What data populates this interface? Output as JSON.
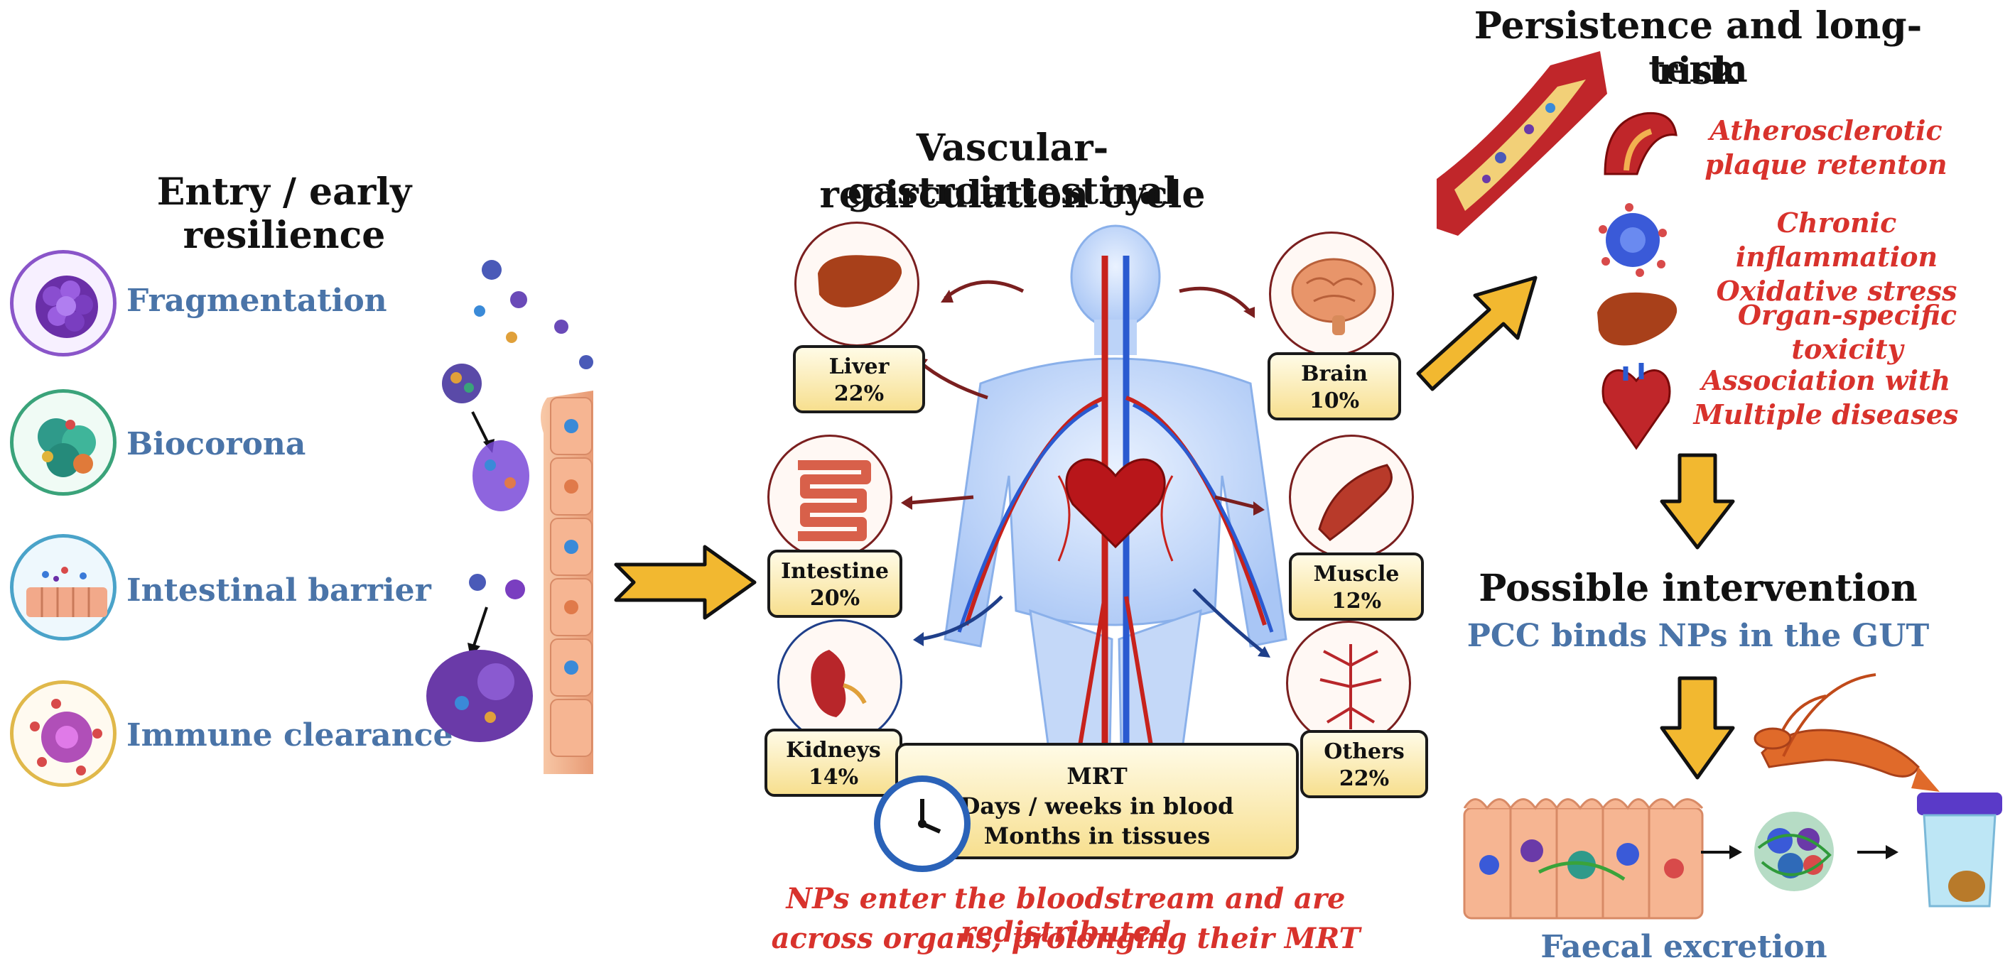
{
  "entry": {
    "title": "Entry / early resilience",
    "items": [
      {
        "label": "Fragmentation",
        "icon": "purple-nanoparticle-cluster-icon",
        "color": "#7b3fb8"
      },
      {
        "label": "Biocorona",
        "icon": "green-biocorona-particle-icon",
        "color": "#3aa37a"
      },
      {
        "label": "Intestinal barrier",
        "icon": "intestinal-epithelium-icon",
        "color": "#4aa3c9"
      },
      {
        "label": "Immune clearance",
        "icon": "immune-cell-icon",
        "color": "#c89a2e"
      }
    ]
  },
  "cycle": {
    "title_line1": "Vascular-gastrointestinal",
    "title_line2": "recirculation cycle",
    "organs": [
      {
        "name": "Liver",
        "pct": "22%"
      },
      {
        "name": "Intestine",
        "pct": "20%"
      },
      {
        "name": "Kidneys",
        "pct": "14%"
      },
      {
        "name": "Brain",
        "pct": "10%"
      },
      {
        "name": "Muscle",
        "pct": "12%"
      },
      {
        "name": "Others",
        "pct": "22%"
      }
    ],
    "mrt": {
      "title": "MRT",
      "line1": "Days / weeks in blood",
      "line2": "Months in tissues"
    },
    "caption_line1": "NPs enter the bloodstream and are redistributed",
    "caption_line2": "across organs, prolonging their MRT"
  },
  "persistence": {
    "title_line1": "Persistence and long-term",
    "title_line2": "risk",
    "risks": [
      {
        "line1": "Atherosclerotic",
        "line2": "plaque retenton",
        "icon": "artery-plaque-icon"
      },
      {
        "line1": "Chronic inflammation",
        "line2": "Oxidative stress",
        "icon": "inflammatory-cell-icon"
      },
      {
        "line1": "Organ-specific toxicity",
        "line2": "",
        "icon": "liver-icon"
      },
      {
        "line1": "Association with",
        "line2": "Multiple diseases",
        "icon": "heart-icon"
      }
    ]
  },
  "intervention": {
    "title": "Possible intervention",
    "subtitle": "PCC binds NPs in the GUT",
    "excretion": "Faecal excretion"
  },
  "colors": {
    "heading": "#111111",
    "blue_label": "#4a74a8",
    "red_italic": "#d8322c",
    "arrow_fill": "#f2b830",
    "box_fill": "#f9e7a8"
  }
}
